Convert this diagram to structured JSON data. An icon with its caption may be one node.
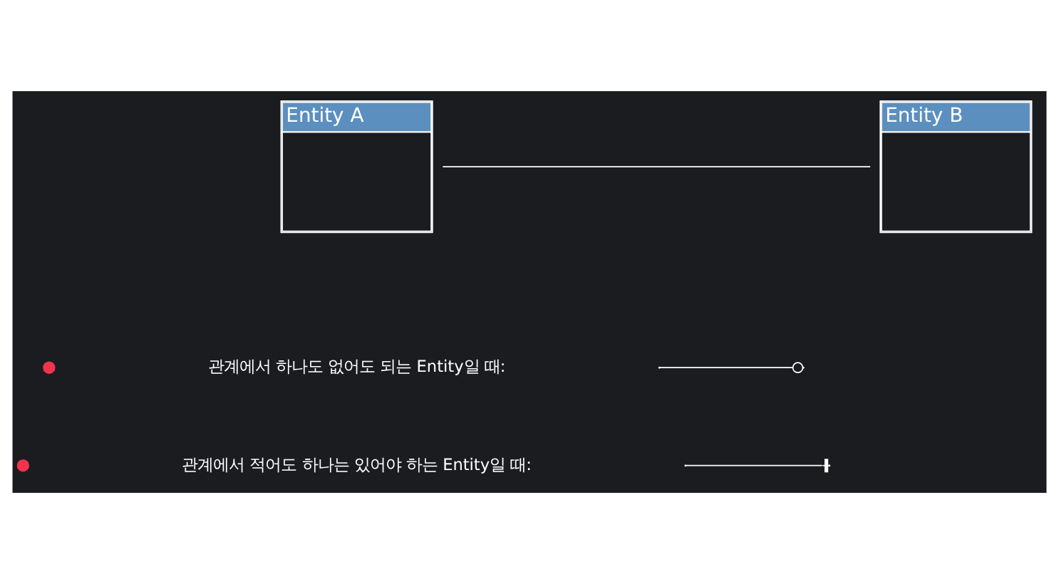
{
  "diagram": {
    "nodes": [
      {
        "text": [
          "Entity A"
        ]
      },
      {
        "text": [
          "Entity B"
        ]
      }
    ],
    "edges": [
      {
        "from": 0,
        "to": 1,
        "arrow": "none"
      }
    ],
    "legend": [
      {
        "text": "관계에서 하나도 없어도 되는 Entity일 때:"
      },
      {
        "text": "관계에서 적어도 하나는 있어야 하는 Entity일 때:"
      }
    ]
  }
}
